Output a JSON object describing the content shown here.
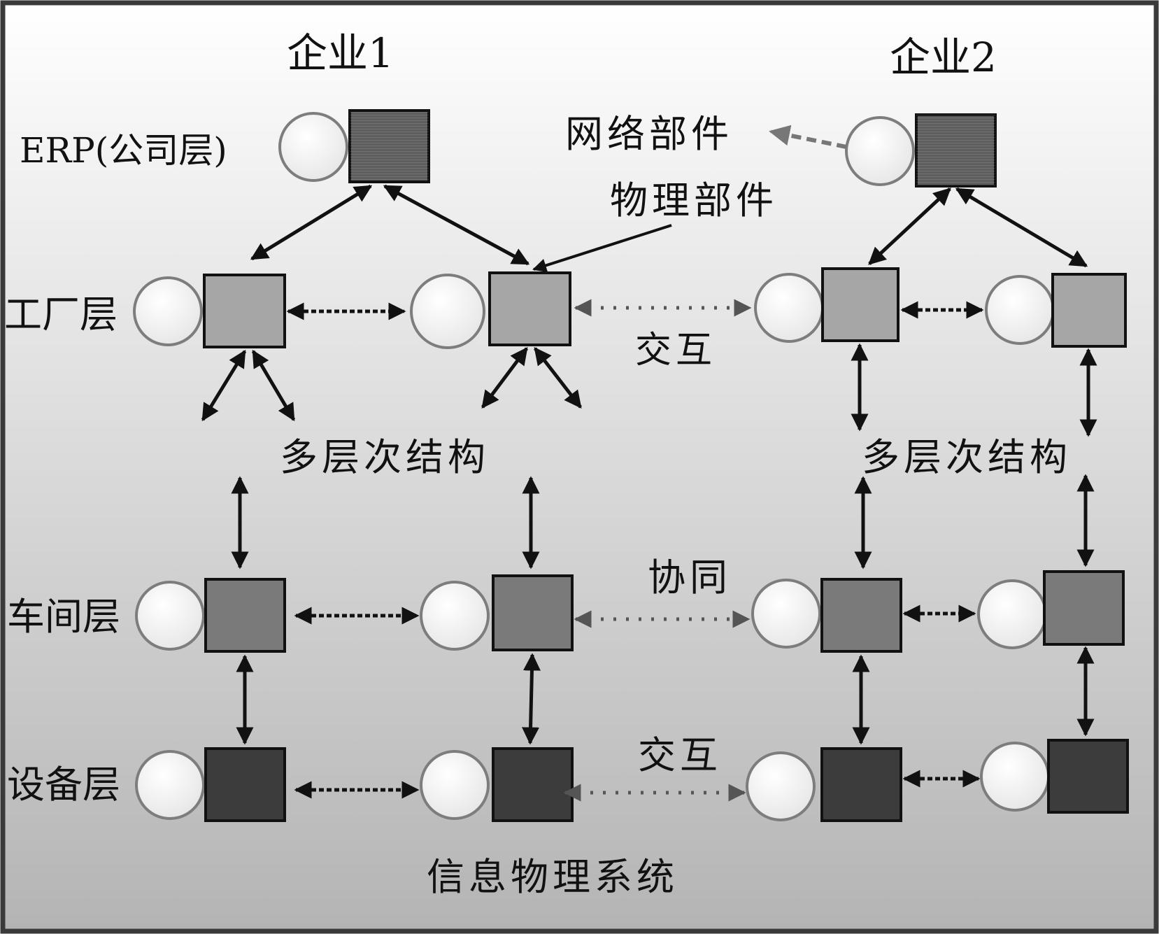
{
  "labels": {
    "enterprise1": "企业1",
    "enterprise2": "企业2",
    "level_erp": "ERP(公司层)",
    "level_factory": "工厂层",
    "level_workshop": "车间层",
    "level_device": "设备层",
    "network_part": "网络部件",
    "physical_part": "物理部件",
    "interact_top": "交互",
    "multilevel_left": "多层次结构",
    "multilevel_right": "多层次结构",
    "collaborate": "协同",
    "interact_bottom": "交互",
    "system_caption": "信息物理系统"
  },
  "colors": {
    "background_top": "#ffffff",
    "background_bottom": "#b4b4b4",
    "erp_square": "#5e5e5e",
    "factory_square": "#a6a6a6",
    "workshop_square": "#7a7a7a",
    "device_square": "#3c3c3c",
    "network_circle": "#f5f5f5",
    "circle_border": "#7d7d7d",
    "arrow_solid": "#111111",
    "arrow_gray": "#555555"
  }
}
